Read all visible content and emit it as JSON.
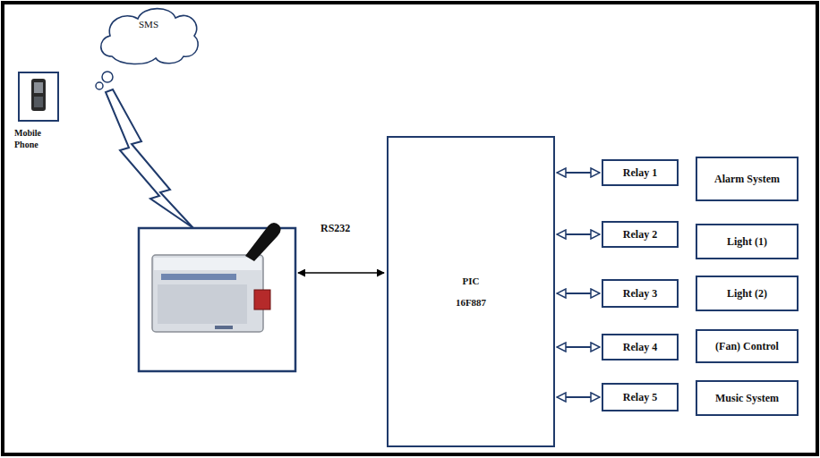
{
  "diagram": {
    "nodes": [
      {
        "text": [
          "SMS"
        ]
      },
      {
        "text": [
          "Mobile Phone"
        ]
      },
      {
        "text": [
          "PIC 16F887"
        ]
      },
      {
        "text": [
          "Relay 1"
        ]
      },
      {
        "text": [
          "Alarm System"
        ]
      },
      {
        "text": [
          "Relay 2"
        ]
      },
      {
        "text": [
          "Light (1)"
        ]
      },
      {
        "text": [
          "Relay 3"
        ]
      },
      {
        "text": [
          "Light (2)"
        ]
      },
      {
        "text": [
          "Relay 4"
        ]
      },
      {
        "text": [
          "(Fan) Control"
        ]
      },
      {
        "text": [
          "Relay 5"
        ]
      },
      {
        "text": [
          "Music System"
        ]
      }
    ],
    "edges": [
      {
        "from": 2,
        "to": 3,
        "arrow": "both"
      },
      {
        "from": 2,
        "to": 5,
        "arrow": "both"
      },
      {
        "from": 2,
        "to": 7,
        "arrow": "both"
      },
      {
        "from": 2,
        "to": 9,
        "arrow": "both"
      },
      {
        "from": 2,
        "to": 11,
        "arrow": "both"
      }
    ],
    "labels": [
      "RS232"
    ]
  }
}
